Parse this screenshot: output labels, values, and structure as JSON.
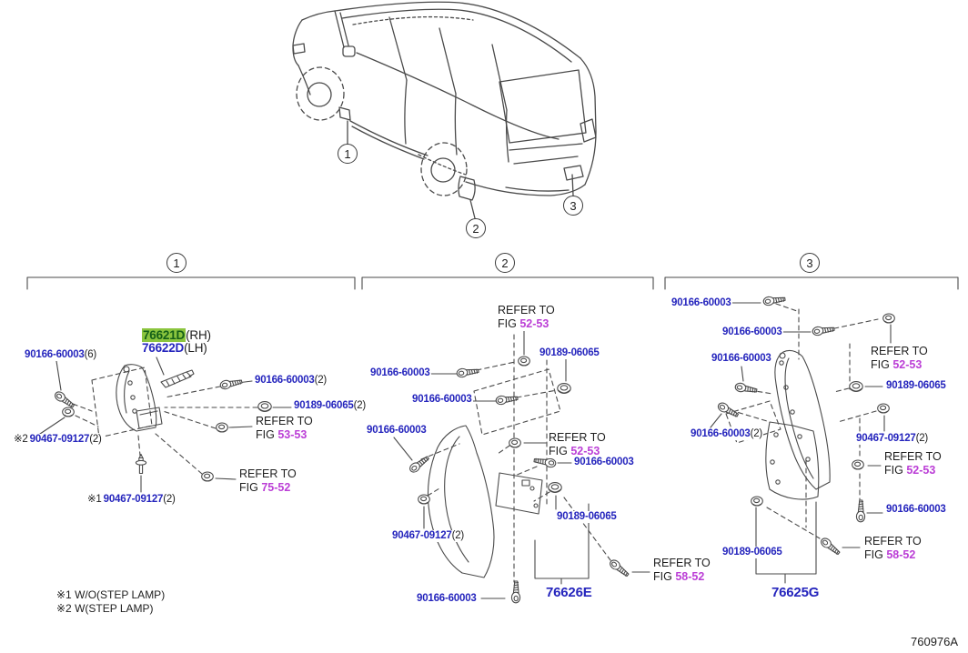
{
  "doc": {
    "code": "760976A"
  },
  "colors": {
    "part_link": "#2525bd",
    "fig_link": "#bb3ed6",
    "highlight_bg": "#8bc53e",
    "highlight_text": "#156018",
    "line": "#4a4a4a",
    "text": "#1e1e1e"
  },
  "common": {
    "refer_to": "REFER TO",
    "fig": "FIG"
  },
  "callouts": {
    "c1": "1",
    "c2": "2",
    "c3": "3"
  },
  "parts": {
    "screw": "90166-60003",
    "nut": "90189-06065",
    "pin": "90467-09127",
    "front_rh": "76621D",
    "front_rh_side": "(RH)",
    "front_lh": "76622D",
    "front_lh_side": "(LH)",
    "rear_front": "76626E",
    "rear": "76625G"
  },
  "qty": {
    "q2": "(2)",
    "q6": "(6)"
  },
  "marks": {
    "m1": "※1",
    "m2": "※2"
  },
  "figs": {
    "fig5353": "53-53",
    "fig7552": "75-52",
    "fig5253": "52-53",
    "fig5852": "58-52"
  },
  "footnotes": {
    "n1": "※1 W/O(STEP LAMP)",
    "n2": "※2 W(STEP LAMP)"
  }
}
